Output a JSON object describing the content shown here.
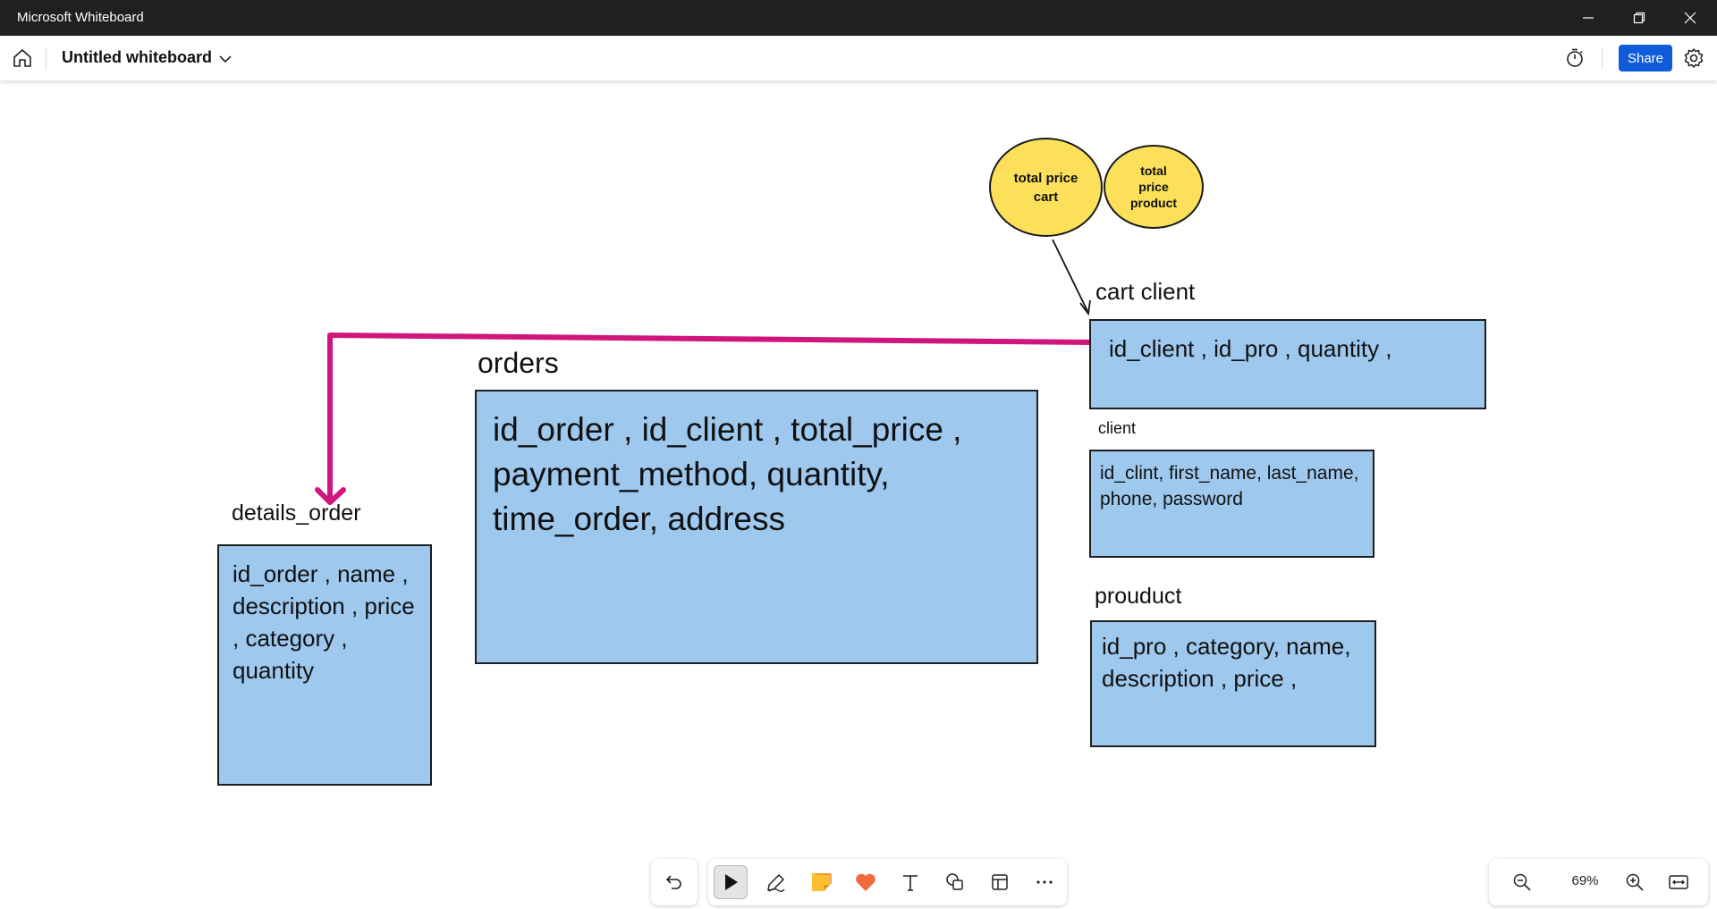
{
  "window": {
    "title": "Microsoft Whiteboard",
    "controls": [
      "minimize-icon",
      "restore-icon",
      "close-icon"
    ]
  },
  "header": {
    "board_title": "Untitled whiteboard",
    "share_label": "Share",
    "icons": [
      "home-icon",
      "chevron-down-icon",
      "timer-icon",
      "gear-icon"
    ],
    "accent": "#0f5bd9"
  },
  "canvas": {
    "connector_color": "#d0167d",
    "box_color": "#9ec8ee",
    "bubble_color": "#fce05a",
    "bubbles": {
      "total_price_cart": "total price cart",
      "total_price_product": "total price product"
    },
    "labels": {
      "cart_client": "cart client",
      "orders": "orders",
      "client": "client",
      "details_order": "details_order",
      "prouduct": "prouduct",
      "stray": "...."
    },
    "boxes": {
      "cart_client": "id_client , id_pro , quantity ,",
      "orders": "id_order , id_client  , total_price , payment_method, quantity, time_order, address",
      "client": "id_clint, first_name, last_name, phone, password",
      "details_order": "id_order , name , description  , price , category , quantity",
      "prouduct": "id_pro , category, name, description , price ,"
    }
  },
  "toolbar": {
    "tools": [
      "undo-icon",
      "select-icon",
      "pen-icon",
      "sticky-note-icon",
      "reaction-heart-icon",
      "text-icon",
      "shapes-icon",
      "template-icon",
      "more-icon"
    ]
  },
  "zoom": {
    "level": "69%",
    "icons": [
      "zoom-out-icon",
      "zoom-in-icon",
      "fit-to-screen-icon"
    ]
  }
}
